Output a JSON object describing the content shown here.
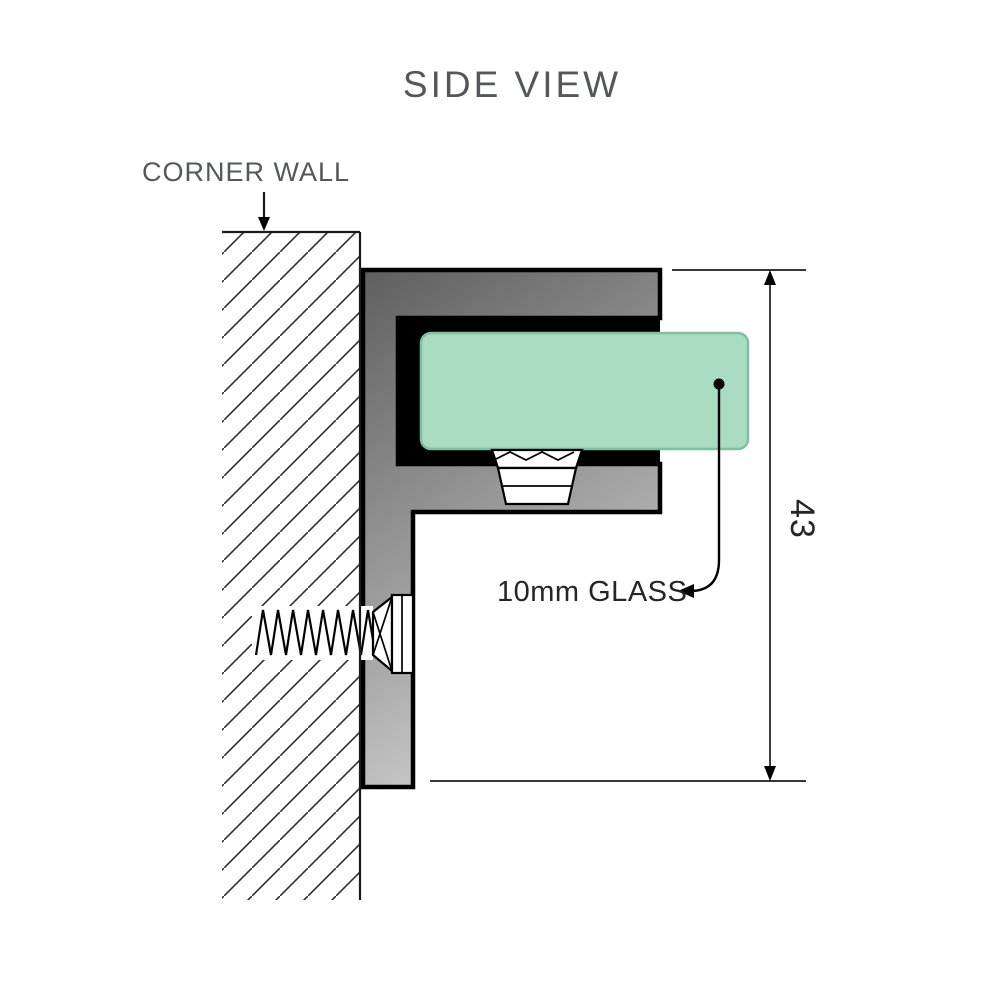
{
  "title": "SIDE VIEW",
  "annotations": {
    "corner_wall_label": "CORNER WALL",
    "glass_label": "10mm GLASS",
    "dimension_value": "43"
  },
  "colors": {
    "glass_fill": "#a9dcc1",
    "glass_edge": "#7fbfa2",
    "bracket_gradient_dark": "#5f5f5f",
    "bracket_gradient_mid": "#a9a9a9",
    "bracket_gradient_light": "#ededed",
    "channel_black": "#000000",
    "label_gray": "#54585a",
    "label_dark": "#232526"
  }
}
